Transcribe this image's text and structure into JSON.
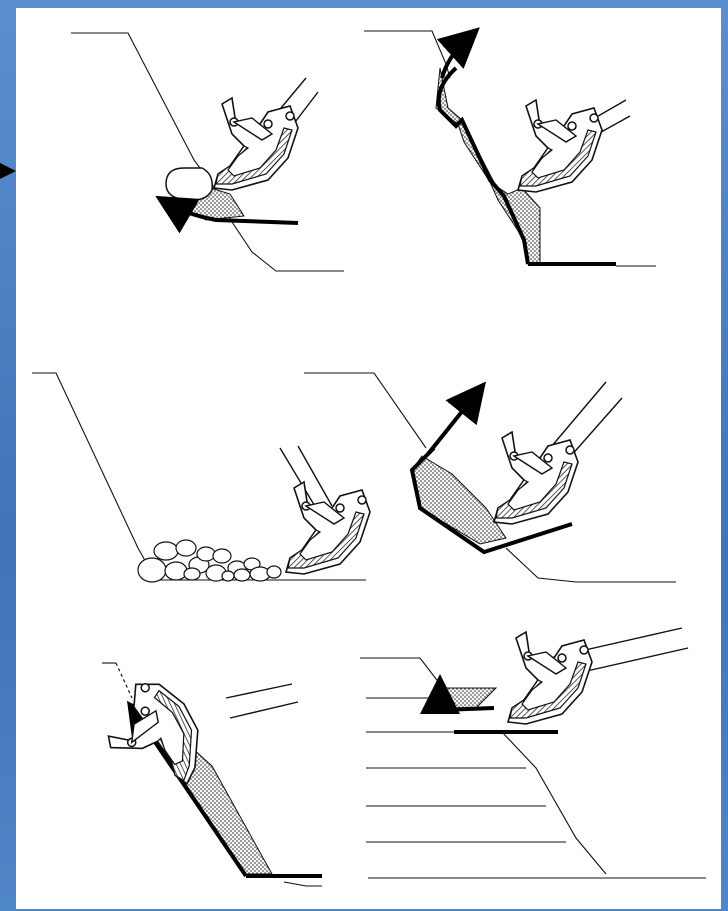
{
  "slide": {
    "colors": {
      "background": "#4a7ebf",
      "panel": "#ffffff",
      "ink": "#111111"
    },
    "pointer_icon": "triangle-arrow-right-icon"
  },
  "illustrations": [
    {
      "id": "boulder-scoop",
      "icon": "excavator-bucket-with-boulder-icon"
    },
    {
      "id": "face-digging",
      "icon": "excavator-bucket-vertical-cut-icon"
    },
    {
      "id": "rubble-pile",
      "icon": "excavator-bucket-loose-rock-icon"
    },
    {
      "id": "slope-lifting",
      "icon": "excavator-bucket-slope-lift-icon"
    },
    {
      "id": "slope-trimming",
      "icon": "excavator-bucket-slope-trim-icon"
    },
    {
      "id": "bench-loading",
      "icon": "excavator-bucket-bench-icon"
    }
  ]
}
